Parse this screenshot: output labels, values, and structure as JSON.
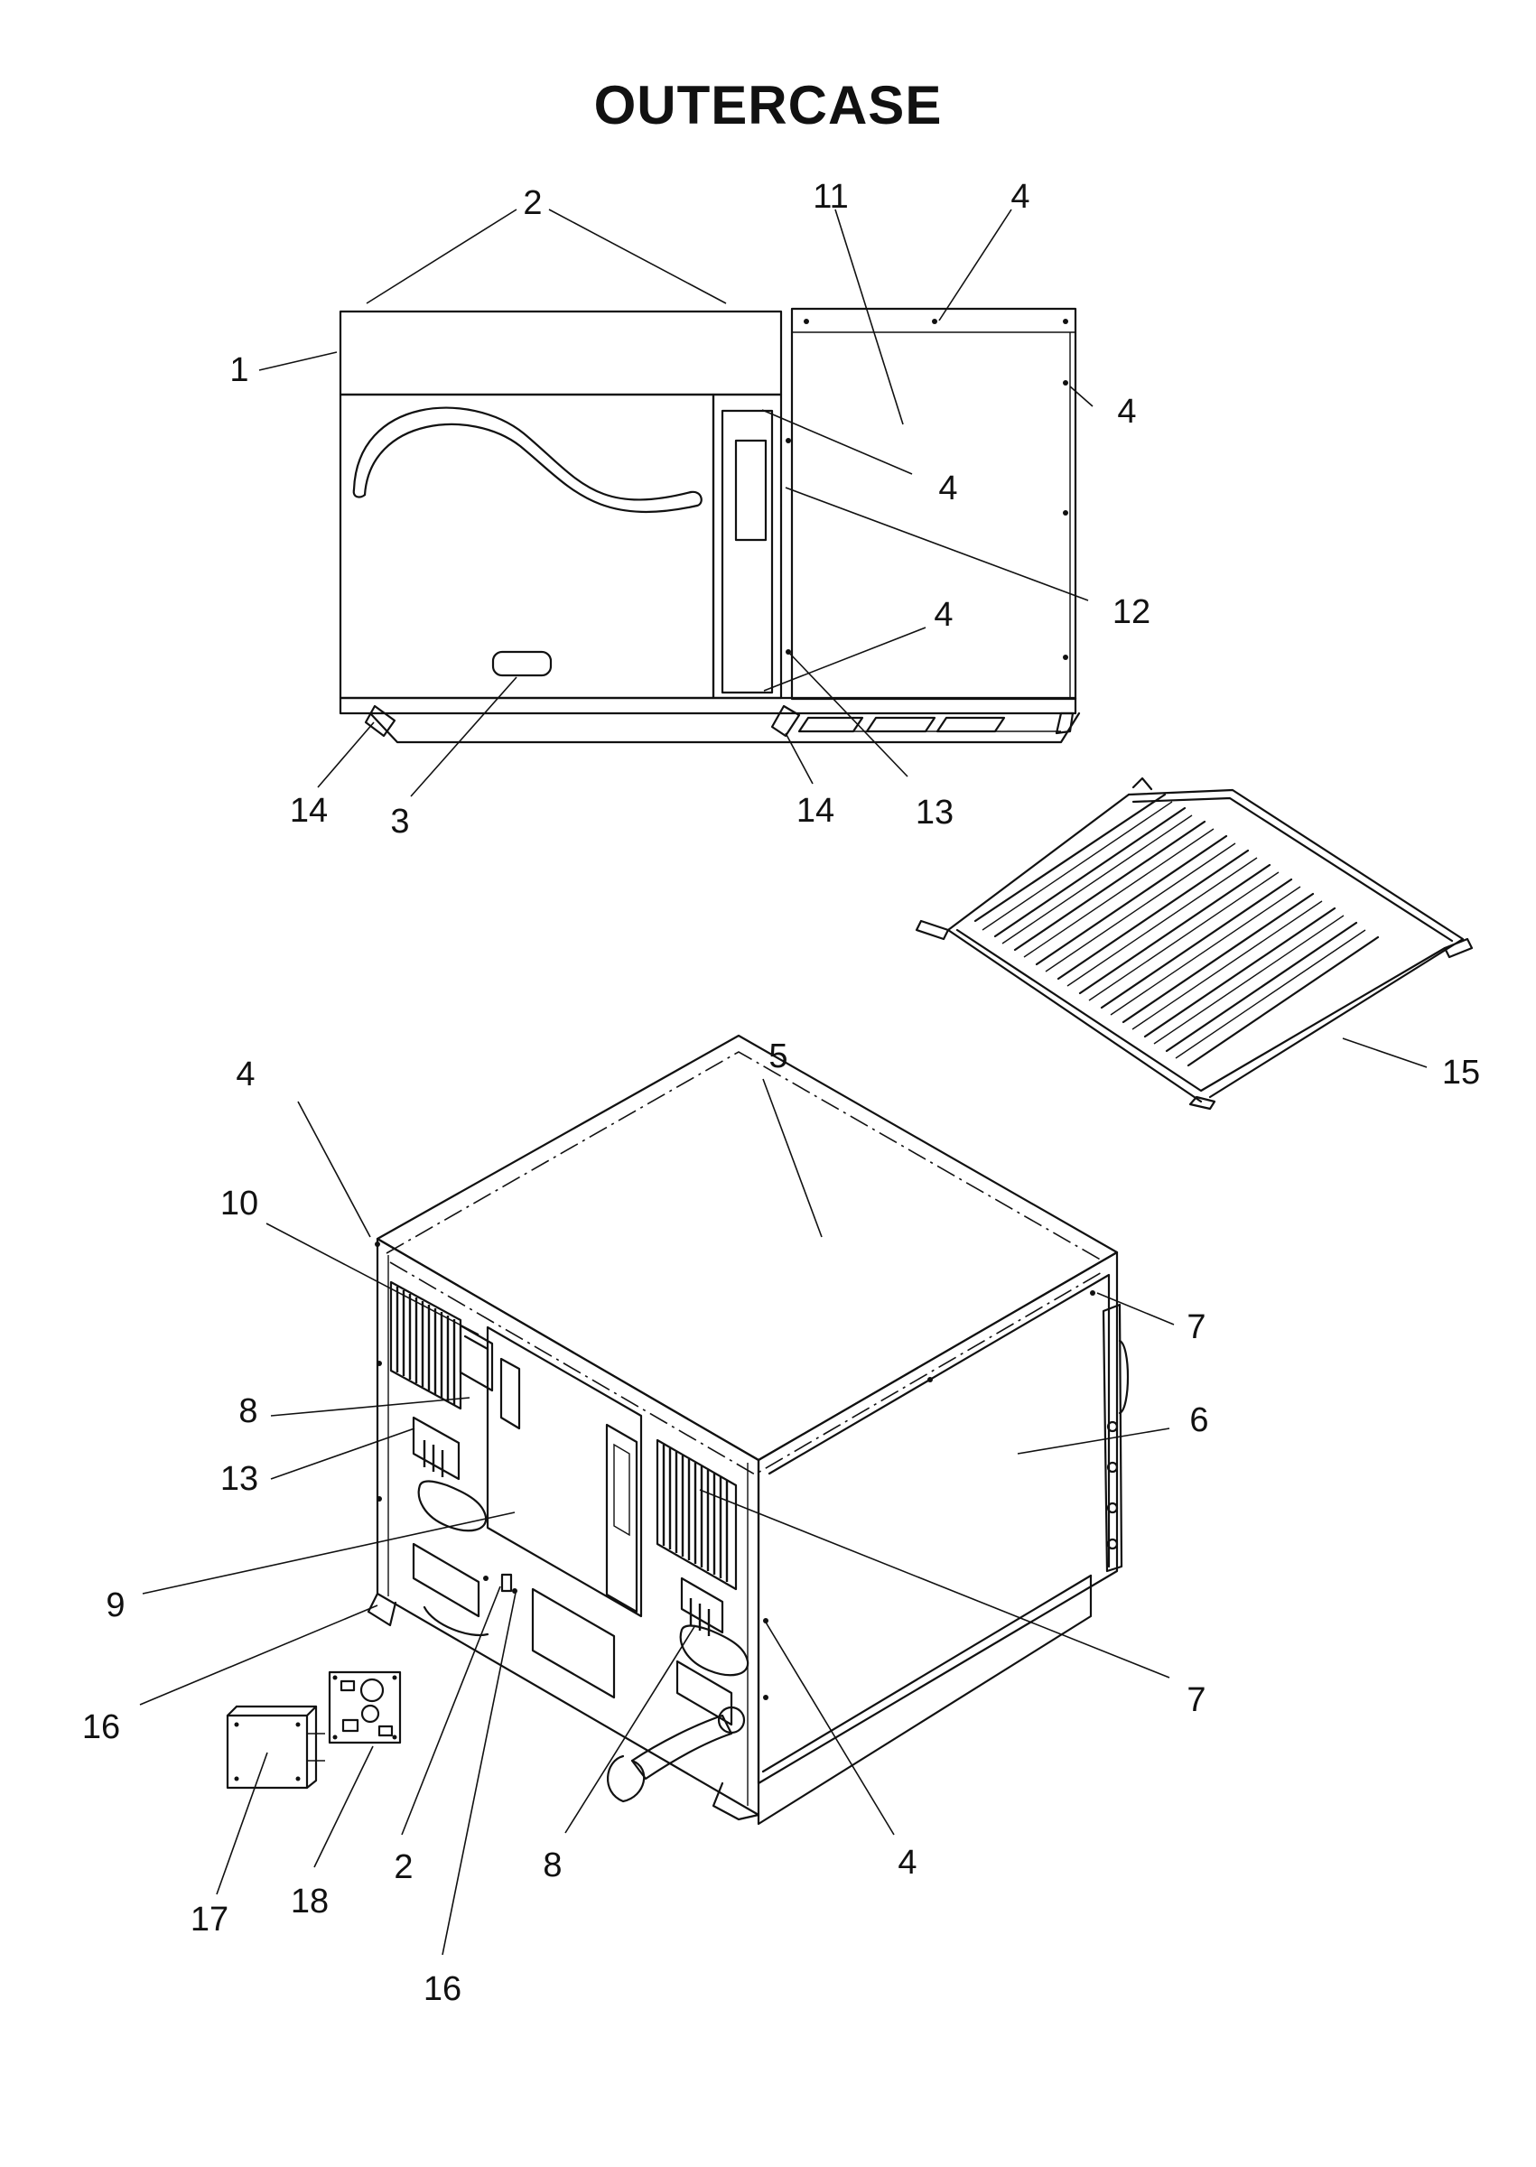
{
  "title": "OUTERCASE",
  "callouts": [
    {
      "id": "c-2a",
      "label": "2"
    },
    {
      "id": "c-11",
      "label": "11"
    },
    {
      "id": "c-4a",
      "label": "4"
    },
    {
      "id": "c-1",
      "label": "1"
    },
    {
      "id": "c-4b",
      "label": "4"
    },
    {
      "id": "c-4c",
      "label": "4"
    },
    {
      "id": "c-12",
      "label": "12"
    },
    {
      "id": "c-4d",
      "label": "4"
    },
    {
      "id": "c-14a",
      "label": "14"
    },
    {
      "id": "c-3",
      "label": "3"
    },
    {
      "id": "c-14b",
      "label": "14"
    },
    {
      "id": "c-13a",
      "label": "13"
    },
    {
      "id": "c-15",
      "label": "15"
    },
    {
      "id": "c-4e",
      "label": "4"
    },
    {
      "id": "c-5",
      "label": "5"
    },
    {
      "id": "c-10",
      "label": "10"
    },
    {
      "id": "c-7a",
      "label": "7"
    },
    {
      "id": "c-6",
      "label": "6"
    },
    {
      "id": "c-8a",
      "label": "8"
    },
    {
      "id": "c-13b",
      "label": "13"
    },
    {
      "id": "c-9",
      "label": "9"
    },
    {
      "id": "c-7b",
      "label": "7"
    },
    {
      "id": "c-16a",
      "label": "16"
    },
    {
      "id": "c-2b",
      "label": "2"
    },
    {
      "id": "c-8b",
      "label": "8"
    },
    {
      "id": "c-4f",
      "label": "4"
    },
    {
      "id": "c-17",
      "label": "17"
    },
    {
      "id": "c-18",
      "label": "18"
    },
    {
      "id": "c-16b",
      "label": "16"
    }
  ]
}
